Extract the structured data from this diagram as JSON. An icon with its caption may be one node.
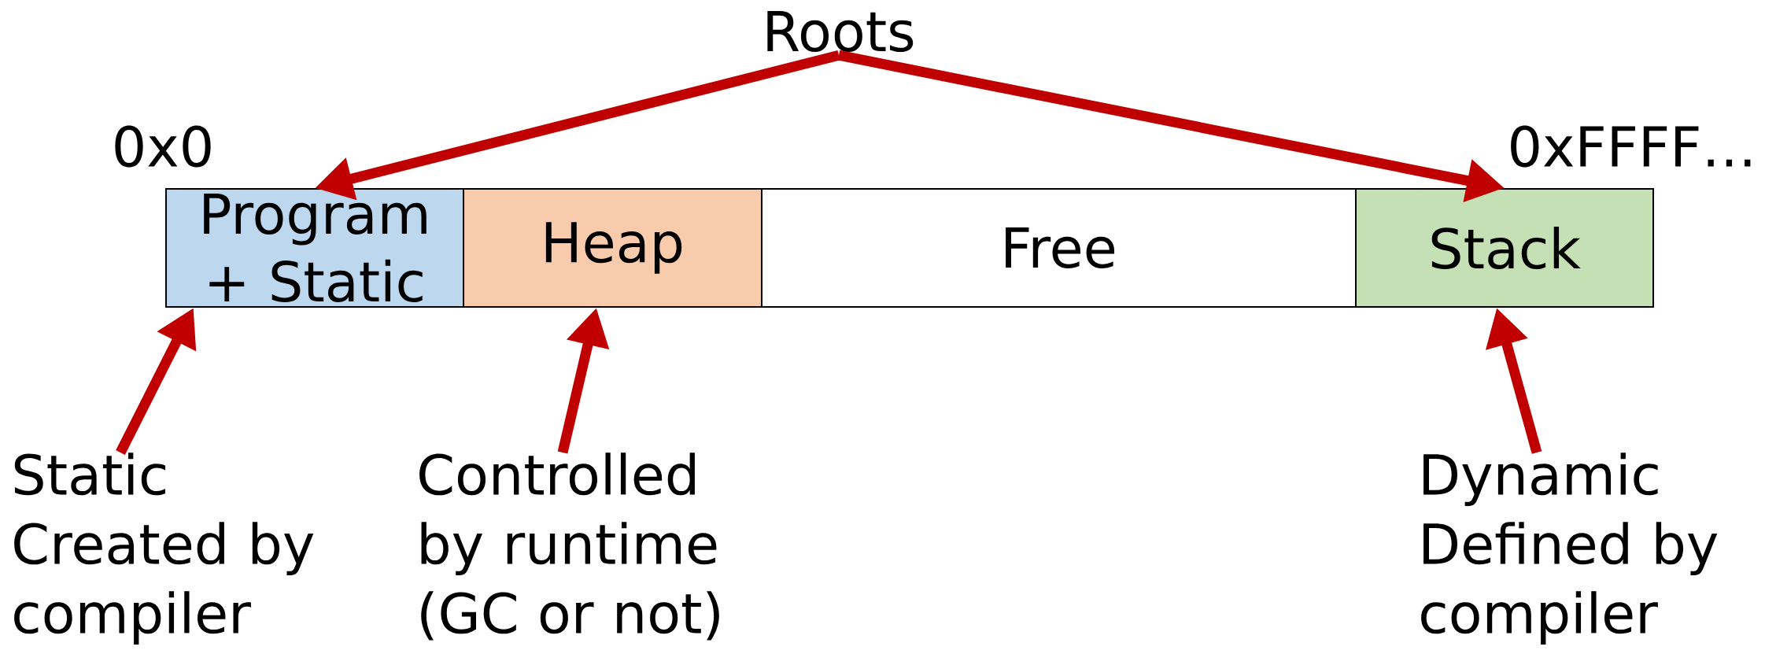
{
  "diagram": {
    "nodes": [
      {
        "text": [
          "Roots"
        ]
      },
      {
        "text": [
          "Program + Static"
        ]
      },
      {
        "text": [
          "Heap"
        ]
      },
      {
        "text": [
          "Free"
        ]
      },
      {
        "text": [
          "Stack"
        ]
      },
      {
        "text": [
          "Static",
          "Created by compiler"
        ]
      },
      {
        "text": [
          "Controlled by runtime (GC or not)"
        ]
      },
      {
        "text": [
          "Dynamic",
          "Defined by compiler"
        ]
      }
    ],
    "edges": [
      {
        "from": 0,
        "to": 1,
        "arrow": "to"
      },
      {
        "from": 0,
        "to": 4,
        "arrow": "to"
      },
      {
        "from": 5,
        "to": 1,
        "arrow": "to"
      },
      {
        "from": 6,
        "to": 2,
        "arrow": "to"
      },
      {
        "from": 7,
        "to": 4,
        "arrow": "to"
      }
    ],
    "labels": [
      "0x0",
      "0xFFFF…"
    ]
  }
}
